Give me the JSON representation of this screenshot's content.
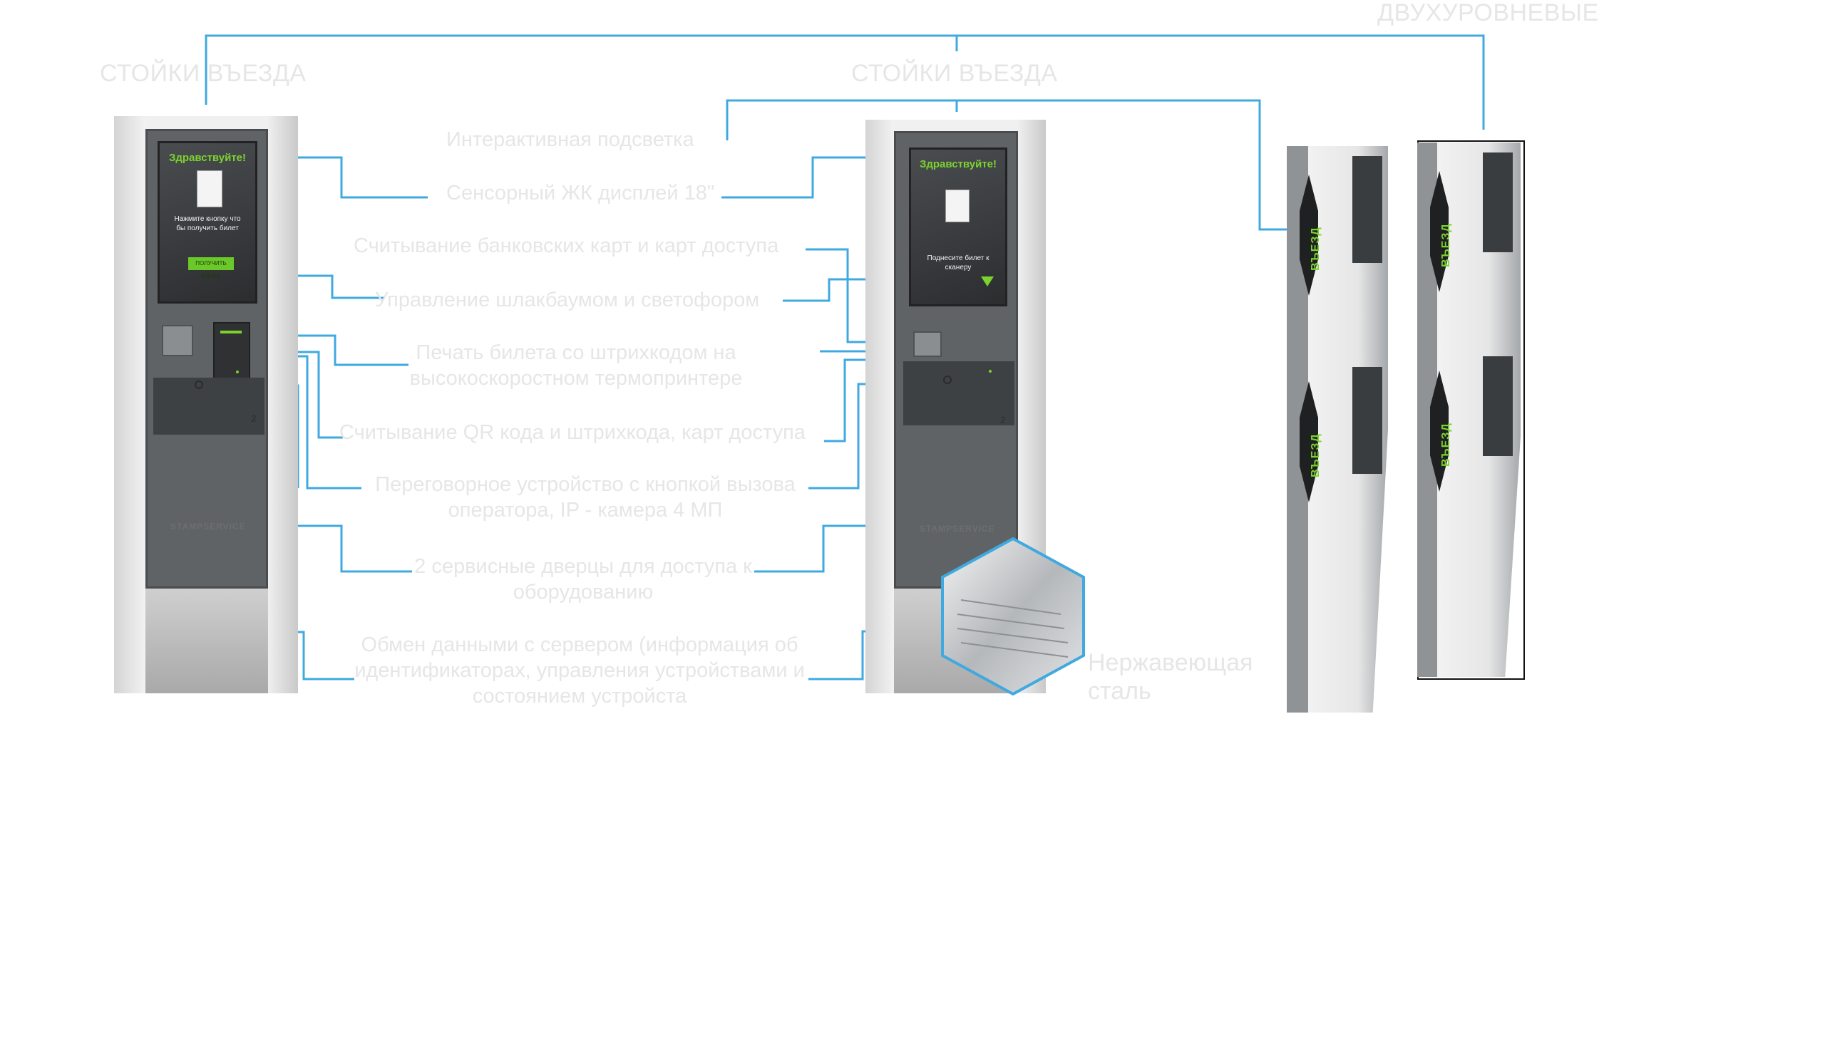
{
  "headers": {
    "left": "СТОЙКИ ВЪЕЗДА",
    "center": "СТОЙКИ ВЪЕЗДА",
    "right": "ДВУХУРОВНЕВЫЕ"
  },
  "features": [
    {
      "id": "backlight",
      "text": "Интерактивная подсветка"
    },
    {
      "id": "display",
      "text": "Сенсорный ЖК дисплей 18\""
    },
    {
      "id": "cards",
      "text": "Считывание банковских карт  и карт доступа"
    },
    {
      "id": "barrier",
      "text": "Управление шлакбаумом и светофором"
    },
    {
      "id": "printer",
      "text": "Печать билета со штрихкодом на высокоскоростном термопринтере"
    },
    {
      "id": "qr",
      "text": "Считывание QR кода и штрихкода, карт доступа"
    },
    {
      "id": "intercom",
      "text": "Переговорное устройство с кнопкой вызова оператора, IP - камера 4 МП"
    },
    {
      "id": "doors",
      "text": "2 сервисные дверцы для доступа к оборудованию"
    },
    {
      "id": "server",
      "text": "Обмен данными с сервером (информация об идентификаторах, управления устройствами и состоянием устройста"
    }
  ],
  "steel_label": "Нержавеющая сталь",
  "kiosk_left": {
    "greeting": "Здравствуйте!",
    "instruction": "Нажмите кнопку что бы получить билет",
    "button": "ПОЛУЧИТЬ БИЛЕТ",
    "brand": "STAMPSERVICE",
    "digit": "2"
  },
  "kiosk_center": {
    "greeting": "Здравствуйте!",
    "instruction": "Поднесите билет к сканеру",
    "brand": "STAMPSERVICE",
    "digit": "2"
  },
  "towers": {
    "label": "ВЪЕЗД"
  },
  "colors": {
    "connector": "#3fa9e0",
    "label_text": "#e6e6e6",
    "accent_green": "#7cd32e"
  }
}
